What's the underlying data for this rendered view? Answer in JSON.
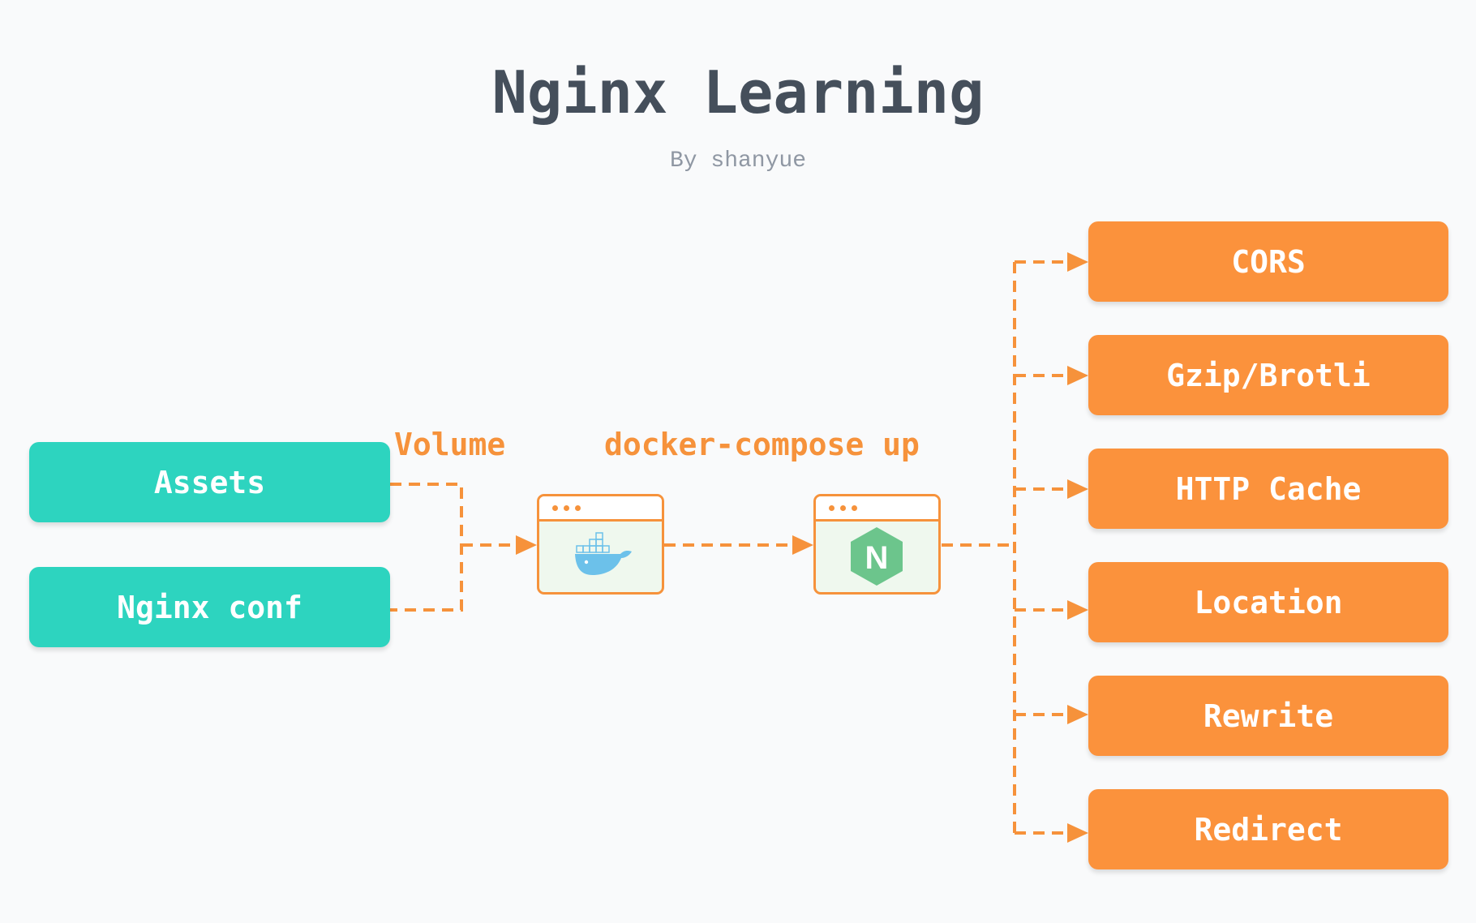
{
  "title": "Nginx Learning",
  "subtitle": "By shanyue",
  "inputs": [
    {
      "label": "Assets"
    },
    {
      "label": "Nginx conf"
    }
  ],
  "flow_labels": {
    "volume": "Volume",
    "compose": "docker-compose up"
  },
  "nodes": {
    "docker": {
      "icon": "docker-whale-icon"
    },
    "nginx": {
      "icon": "nginx-logo-icon",
      "glyph": "N"
    }
  },
  "features": [
    {
      "label": "CORS"
    },
    {
      "label": "Gzip/Brotli"
    },
    {
      "label": "HTTP Cache"
    },
    {
      "label": "Location"
    },
    {
      "label": "Rewrite"
    },
    {
      "label": "Redirect"
    }
  ],
  "colors": {
    "background": "#f9fafb",
    "title": "#454f5b",
    "subtitle": "#8f97a3",
    "input": "#2dd4bf",
    "feature": "#fb923c",
    "connector": "#f6923b",
    "window_fill": "#eff8ee",
    "docker_blue": "#6cc1ea",
    "nginx_green": "#6cc58c"
  }
}
